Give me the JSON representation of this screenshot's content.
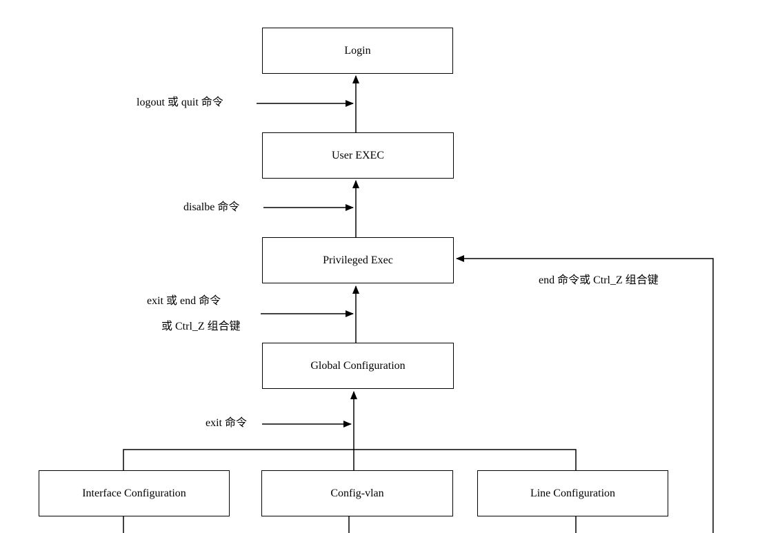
{
  "modes": {
    "login": "Login",
    "user_exec": "User EXEC",
    "privileged_exec": "Privileged Exec",
    "global_configuration": "Global Configuration",
    "interface_configuration": "Interface Configuration",
    "config_vlan": "Config-vlan",
    "line_configuration": "Line Configuration"
  },
  "transitions": {
    "user_to_login": "logout 或 quit 命令",
    "privileged_to_user": "disalbe 命令",
    "global_to_privileged_line1": "exit 或 end 命令",
    "global_to_privileged_line2": "或 Ctrl_Z 组合键",
    "sub_to_global": "exit 命令",
    "sub_to_privileged": "end 命令或 Ctrl_Z 组合键"
  }
}
